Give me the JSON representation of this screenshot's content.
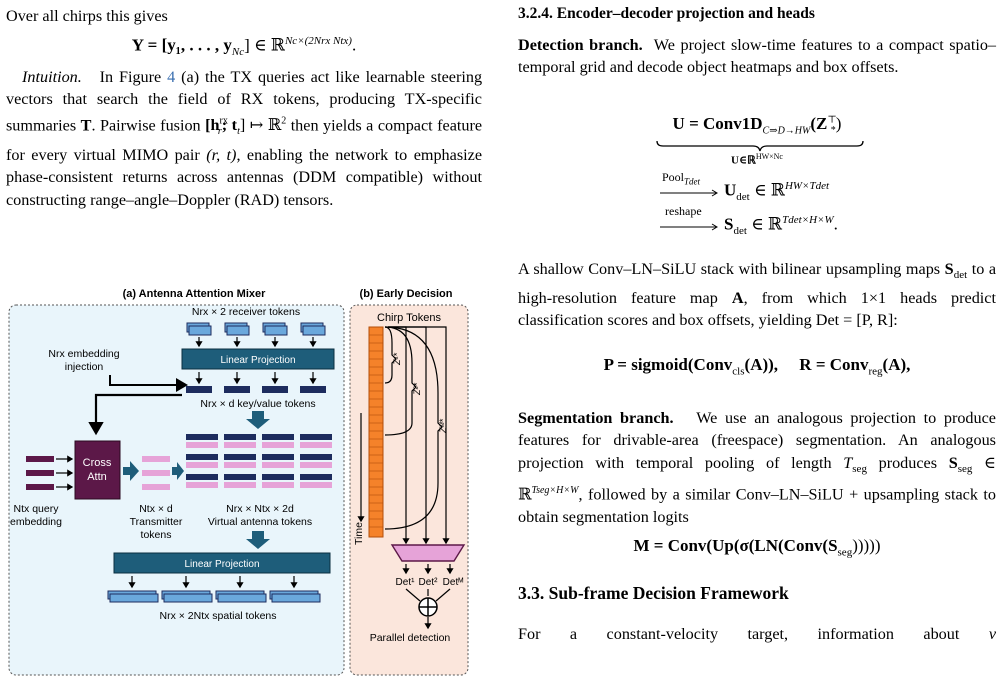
{
  "left": {
    "p1": "Over all chirps this gives",
    "eq_Y": "Y = [y₁, . . . , y",
    "eq_Y_sub": "Nc",
    "eq_Y_tail": "] ∈ ℝ",
    "eq_Y_sup": "Nc×(2Nrx Ntx)",
    "eq_Y_end": ".",
    "intuition_label": "Intuition.",
    "intuition_text1": "In Figure",
    "fig_ref": "4",
    "intuition_text2": "(a) the TX queries act like learnable steering vectors that search the field of RX tokens, producing TX-specific summaries",
    "bold_T": "T",
    "intuition_text3": ". Pairwise fusion",
    "fusion_math": "[h",
    "fusion_sup": "rx",
    "fusion_sub": "r",
    "fusion_rest": "; t",
    "fusion_t": "t",
    "fusion_end": "] ↦ ℝ",
    "fusion_sup2": "2",
    "intuition_text4": "then yields a compact feature for every virtual MIMO pair",
    "pair": "(r, t)",
    "intuition_text5": ", enabling the network to emphasize phase-consistent returns across antennas (DDM compatible) without constructing range–angle–Doppler (RAD) tensors."
  },
  "figure": {
    "panel_a_title": "(a) Antenna Attention Mixer",
    "panel_b_title": "(b) Early Decision",
    "rx_tokens": "Nrx × 2 receiver tokens",
    "nrx_embed_1": "Nrx embedding",
    "nrx_embed_2": "injection",
    "linear_projection_top": "Linear Projection",
    "kv_tokens": "Nrx × d key/value tokens",
    "cross_attn_1": "Cross",
    "cross_attn_2": "Attn",
    "ntx_query_1": "Ntx query",
    "ntx_query_2": "embedding",
    "ntx_d": "Ntx × d",
    "transmitter_1": "Transmitter",
    "transmitter_2": "tokens",
    "virtual_1": "Nrx × Ntx × 2d",
    "virtual_2": "Virtual antenna tokens",
    "linear_projection_bottom": "Linear Projection",
    "spatial_tokens": "Nrx × 2Ntx spatial tokens",
    "chirp_tokens": "Chirp Tokens",
    "z1": "Z¹*",
    "z2": "Z²*",
    "zm": "Zᴹ*",
    "time": "Time",
    "det1": "Det¹",
    "det2": "Det²",
    "detm": "Detᴹ",
    "parallel": "Parallel detection",
    "colors": {
      "navy": "#1d2c5e",
      "pink": "#e6a3d8",
      "purple": "#5c1848",
      "teal": "#1e5d7a",
      "orange": "#f5822a",
      "panelA": "#e9f5fb",
      "panelB": "#fbe6dc"
    }
  },
  "right": {
    "h324": "3.2.4. Encoder–decoder projection and heads",
    "det_label": "Detection branch.",
    "det_text": "We project slow-time features to a compact spatio–temporal grid and decode object heatmaps and box offsets.",
    "eqU": "U = Conv1D",
    "eqU_sub": "C⇒D→HW",
    "eqU_arg": "(Z",
    "eqU_arg_sup": "⊤",
    "eqU_arg_sub": "*",
    "eqU_close": ")",
    "eqU_under": "U∈ℝ",
    "eqU_under_sup": "HW×Nc",
    "pool_label": "Pool",
    "pool_sub": "Tdet",
    "udet": "U",
    "udet_sub": "det",
    "udet_in": "∈ ℝ",
    "udet_sup": "HW×Tdet",
    "reshape_label": "reshape",
    "sdet": "S",
    "sdet_sub": "det",
    "sdet_in": "∈ ℝ",
    "sdet_sup": "Tdet×H×W",
    "sdet_end": ".",
    "p_shallow1": "A shallow Conv–LN–SiLU stack with bilinear upsampling maps",
    "p_shallow_S": "S",
    "p_shallow_Ssub": "det",
    "p_shallow2": "to a high-resolution feature map",
    "p_shallow_A": "A",
    "p_shallow3": ", from which",
    "p_shallow4": "1×1 heads predict classification scores and box offsets, yielding",
    "p_shallow_det": "Det = [P, R]:",
    "eqP": "P = sigmoid(Conv",
    "eqP_sub": "cls",
    "eqP_end": "(A)),",
    "eqR": "R = Conv",
    "eqR_sub": "reg",
    "eqR_end": "(A),",
    "seg_label": "Segmentation branch.",
    "seg_text1": "We use an analogous projection to produce features for drivable-area (freespace) segmentation. An analogous projection with temporal pooling of length",
    "seg_T": "T",
    "seg_Tsub": "seg",
    "seg_text2": "produces",
    "seg_S": "S",
    "seg_Ssub": "seg",
    "seg_in": "∈ ℝ",
    "seg_sup": "Tseg×H×W",
    "seg_text3": ", followed by a similar Conv–LN–SiLU + upsampling stack to obtain segmentation logits",
    "eqM": "M = Conv(Up(σ(LN(Conv(S",
    "eqM_sub": "seg",
    "eqM_end": ")))))",
    "h33": "3.3. Sub-frame Decision Framework",
    "last_line": "For a constant-velocity target, information about",
    "last_v": "v"
  }
}
